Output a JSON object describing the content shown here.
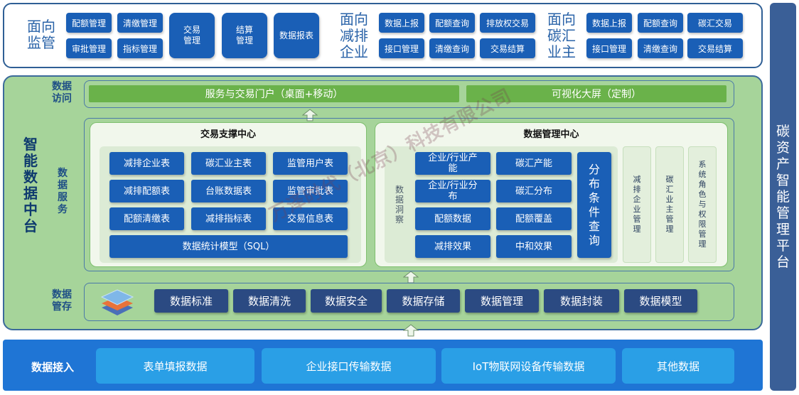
{
  "top": {
    "regulator": {
      "title": "面向监管",
      "items": [
        "配额管理",
        "清缴管理",
        "审批管理",
        "指标管理"
      ],
      "big_items": [
        "交易管理",
        "结算管理",
        "数据报表"
      ]
    },
    "emission_enterprise": {
      "title": "面向减排企业",
      "items": [
        "数据上报",
        "配额查询",
        "排放权交易",
        "接口管理",
        "清缴查询",
        "交易结算"
      ]
    },
    "sink_owner": {
      "title": "面向碳汇业主",
      "items": [
        "数据上报",
        "配额查询",
        "碳汇交易",
        "接口管理",
        "清缴查询",
        "交易结算"
      ]
    }
  },
  "sidebar": {
    "title": "碳资产智能管理平台"
  },
  "platform": {
    "title": "智能数据中台",
    "access": {
      "label": "数据访问",
      "portal": "服务与交易门户（桌面+移动）",
      "screen": "可视化大屏（定制）"
    },
    "service": {
      "label": "数据服务",
      "trade_center": {
        "title": "交易支撑中心",
        "tables": [
          "减排企业表",
          "碳汇业主表",
          "监管用户表",
          "减排配额表",
          "台账数据表",
          "监管审批表",
          "配额清缴表",
          "减排指标表",
          "交易信息表"
        ],
        "model": "数据统计模型（SQL）"
      },
      "data_center": {
        "title": "数据管理中心",
        "insight_label": "数据洞察",
        "insight": [
          "企业/行业产能",
          "碳汇产能",
          "企业/行业分布",
          "碳汇分布",
          "配额数据",
          "配额覆盖",
          "减排效果",
          "中和效果"
        ],
        "query": "分布条件查询",
        "columns": [
          "减排企业管理",
          "碳汇业主管理",
          "系统角色与权限管理"
        ]
      }
    },
    "storage": {
      "label": "数据管存",
      "items": [
        "数据标准",
        "数据清洗",
        "数据安全",
        "数据存储",
        "数据管理",
        "数据封装",
        "数据模型"
      ]
    }
  },
  "ingest": {
    "label": "数据接入",
    "items": [
      "表单填报数据",
      "企业接口传输数据",
      "IoT物联网设备传输数据",
      "其他数据"
    ]
  },
  "watermark": "万泽时代（北京）科技有限公司",
  "colors": {
    "primary_blue": "#1a5fb6",
    "navy": "#2b4a82",
    "platform_green": "#a6d49a",
    "bar_green": "#6ab24a",
    "ingest_blue": "#1f75d5",
    "cyan": "#2a9fe6",
    "sidebar": "#3a5f97"
  }
}
